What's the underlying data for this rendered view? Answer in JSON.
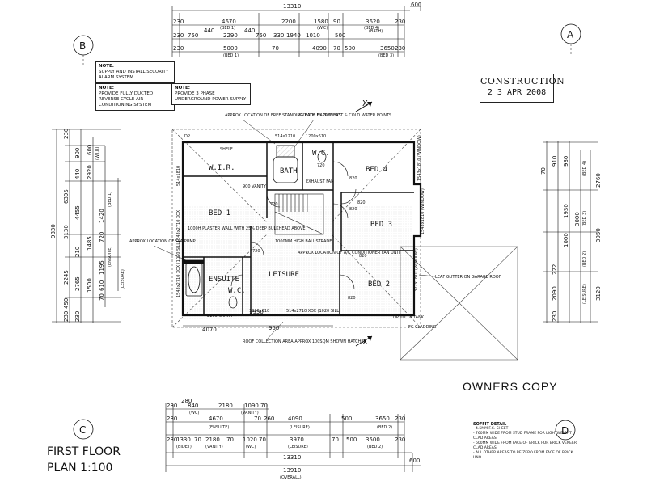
{
  "notes": [
    {
      "label": "NOTE:",
      "text": "SUPPLY AND INSTALL SECURITY ALARM SYSTEM."
    },
    {
      "label": "NOTE:",
      "text": "PROVIDE FULLY DUCTED REVERSE CYCLE AIR-CONDITIONING SYSTEM"
    },
    {
      "label": "NOTE:",
      "text": "PROVIDE 3 PHASE UNDERGROUND POWER SUPPLY"
    }
  ],
  "stamp": {
    "title": "CONSTRUCTION",
    "date": "2 3 APR 2008"
  },
  "owners_copy": "OWNERS COPY",
  "plan_title": {
    "line1": "FIRST FLOOR",
    "line2": "PLAN 1:100"
  },
  "grid_markers": {
    "a": "A",
    "b": "B",
    "c": "C",
    "d": "D"
  },
  "rooms": {
    "bed1": "BED 1",
    "bed2": "BED 2",
    "bed3": "BED 3",
    "bed4": "BED 4",
    "leisure": "LEISURE",
    "ensuite": "ENSUITE",
    "bath": "BATH",
    "wc1": "W.C.",
    "wc2": "W.C.",
    "wir": "W.I.R."
  },
  "callouts": {
    "bath_loc": "APPROX LOCATION OF FREE STANDING BATH BY OWNERS",
    "capped": "PROVIDE CAPPED HOT & COLD WATER POINTS",
    "spa": "APPROX LOCATION OF SPA PUMP",
    "plaster": "1000H PLASTER WALL WITH 25% DEEP BULKHEAD ABOVE",
    "aircon": "APPROX LOCATION OF A/C CONDITIONER FAN UNIT",
    "gutter": "LEAF GUTTER ON GARAGE ROOF",
    "roof": "ROOF COLLECTION AREA APPROX 100SQM SHOWN HATCHED",
    "balustrade": "1000MM HIGH BALUSTRADE",
    "cladding": "FC CLADDING",
    "shelf": "SHELF",
    "vanity": "900 VANITY",
    "exhaust": "EXHAUST FAN",
    "ensuite_vanity": "2160 VANITY",
    "dp": "DP",
    "dp18": "DP TO 18 TANK"
  },
  "windows": {
    "w_bed1_side": "514x1810",
    "w_bath": "514x1210",
    "w_wc": "1200x610",
    "w_bed4": "1543x1810 (WINDOW)",
    "w_bed3": "1543x1810 (WINDOW)",
    "w_bed1": "1543x2710 XOX",
    "w_ensuite": "1543x2710 XOX (1020 SILL)",
    "w_leisure": "514x2710 XOX (1020 SILL)",
    "w_wc2": "1200x610",
    "w_bed2": "1372x1810 (WINDOW)"
  },
  "door_sizes": [
    "820",
    "820",
    "820",
    "820",
    "720",
    "720",
    "720",
    "820"
  ],
  "top_dims": {
    "total": "13310",
    "end_ref": "600",
    "row1": [
      "230",
      "4670",
      "2200",
      "1580",
      "90",
      "3620",
      "230"
    ],
    "row1_sub": [
      "(BED 1)",
      "(W.C)",
      "(BED 4)"
    ],
    "row2": [
      "230",
      "750",
      "440",
      "2290",
      "440",
      "750",
      "330",
      "1940",
      "1010",
      "500",
      "(BATH)"
    ],
    "row3": [
      "230",
      "5000",
      "70",
      "4090",
      "70",
      "500",
      "3650",
      "230"
    ],
    "row3_sub": [
      "(BED 1)",
      "(BED 3)"
    ]
  },
  "left_dims": {
    "overall": "9830",
    "outer": [
      "230",
      "6395",
      "3130",
      "2245",
      "450",
      "230"
    ],
    "mid": [
      "900",
      "440",
      "4455",
      "1485",
      "2765",
      "1500",
      "230"
    ],
    "inner": [
      "600",
      "2920",
      "1420",
      "1195",
      "70",
      "210",
      "610",
      "720"
    ],
    "labels": [
      "(W.I.R)",
      "(BED 1)",
      "(ENSUITE)",
      "(LEISURE)"
    ]
  },
  "right_dims": {
    "overall": "3950",
    "cols": [
      "2760",
      "3000",
      "3120",
      "1930",
      "1000",
      "70",
      "910",
      "930",
      "222",
      "2090",
      "230"
    ],
    "labels": [
      "(BED 4)",
      "(BED 3)",
      "(BED 2)",
      "(LEISURE)"
    ]
  },
  "bottom_dims": {
    "row1": [
      "230",
      "280",
      "840",
      "2180",
      "1090",
      "70"
    ],
    "row1_sub": [
      "(WC)",
      "(VANITY)"
    ],
    "row2": [
      "230",
      "4670",
      "70",
      "260",
      "4090",
      "500",
      "3650",
      "230"
    ],
    "row2_sub": [
      "(ENSUITE)",
      "(LEISURE)",
      "(BED 2)"
    ],
    "row3": [
      "230",
      "1330",
      "70",
      "2180",
      "70",
      "1020",
      "70",
      "3970",
      "70",
      "500",
      "3500",
      "230"
    ],
    "row3_sub": [
      "(BIDET)",
      "(VANITY)",
      "(WC)",
      "(LEISURE)",
      "(BED 2)"
    ],
    "total": "13310",
    "overall": "13910",
    "overall_sub": "(OVERALL)",
    "end_ref": "600"
  },
  "interior_dims": [
    "4070",
    "950",
    "1950"
  ],
  "soffit": {
    "title": "SOFFIT DETAIL",
    "lines": [
      "- 4.5MM F.C. SHEET",
      "- 760MM WIDE FROM STUD FRAME FOR LIGHTWEIGHT CLAD AREAS",
      "- 600MM WIDE FROM FACE OF BRICK FOR BRICK VENEER CLAD AREAS",
      "- ALL OTHER AREAS TO BE ZERO FROM FACE OF BRICK UNO"
    ]
  },
  "section_marks": [
    "X",
    "X"
  ],
  "colors": {
    "ink": "#111111",
    "hatch": "#9a9a9a",
    "paper": "#ffffff"
  }
}
